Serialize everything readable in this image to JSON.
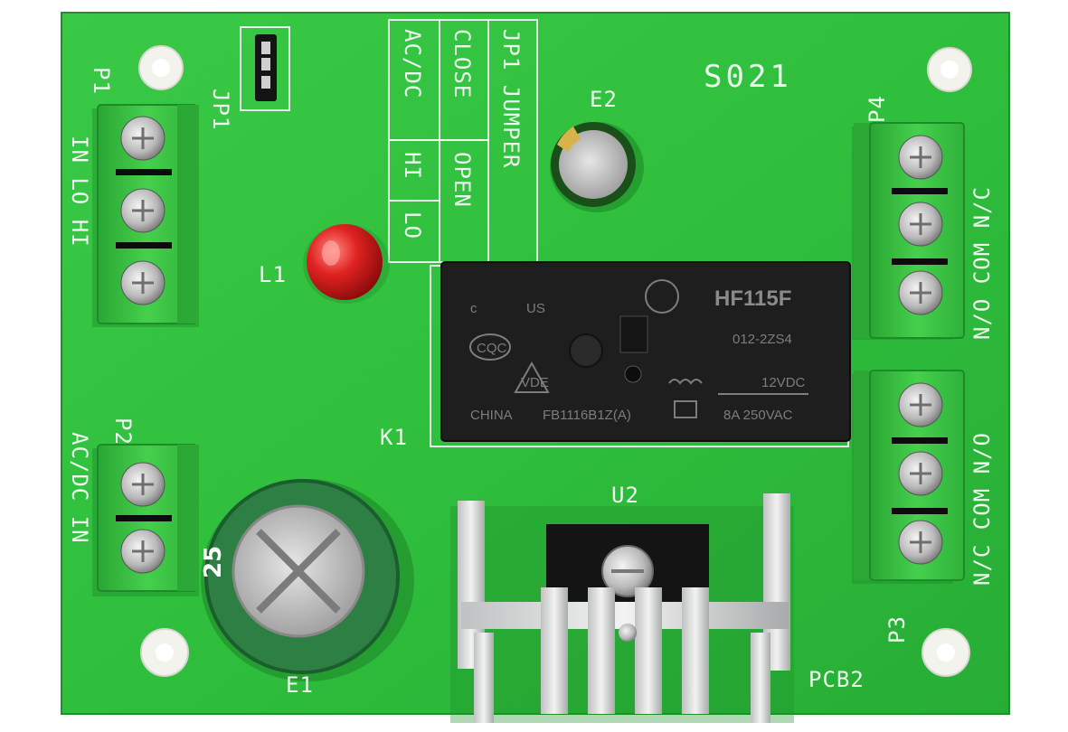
{
  "labels": {
    "p1": "P1",
    "p1_pins": "IN LO HI",
    "p2": "P2",
    "p2_pins": "AC/DC IN",
    "p3": "P3",
    "p3_pins": "N/C COM N/O",
    "p4": "P4",
    "p4_pins": "N/O COM N/C",
    "jp1": "JP1",
    "l1": "L1",
    "e1": "E1",
    "e2": "E2",
    "k1": "K1",
    "u2": "U2",
    "pcb": "PCB2",
    "board_id": "S021"
  },
  "jumper_table": {
    "col_mode": [
      "AC/DC",
      "HI",
      "LO"
    ],
    "col_close": [
      "CLOSE",
      "OPEN"
    ],
    "col_jumper": [
      "JP1 JUMPER"
    ]
  },
  "relay": {
    "cert1": "c",
    "cert1b": "US",
    "cert2": "CQC",
    "cert3": "VDE",
    "brand": "HF115F",
    "model": "012-2ZS4",
    "coil": "12VDC",
    "rating": "8A 250VAC",
    "origin": "CHINA",
    "code": "FB1116B1Z(A)"
  },
  "capacitor_e1": {
    "marking": "25"
  },
  "colors": {
    "pcb_green": "#2fbf3d",
    "terminal_green": "#3cc443",
    "relay_black": "#1e1e1e",
    "led_red": "#d41a1a",
    "silkscreen": "#eef7ee"
  }
}
